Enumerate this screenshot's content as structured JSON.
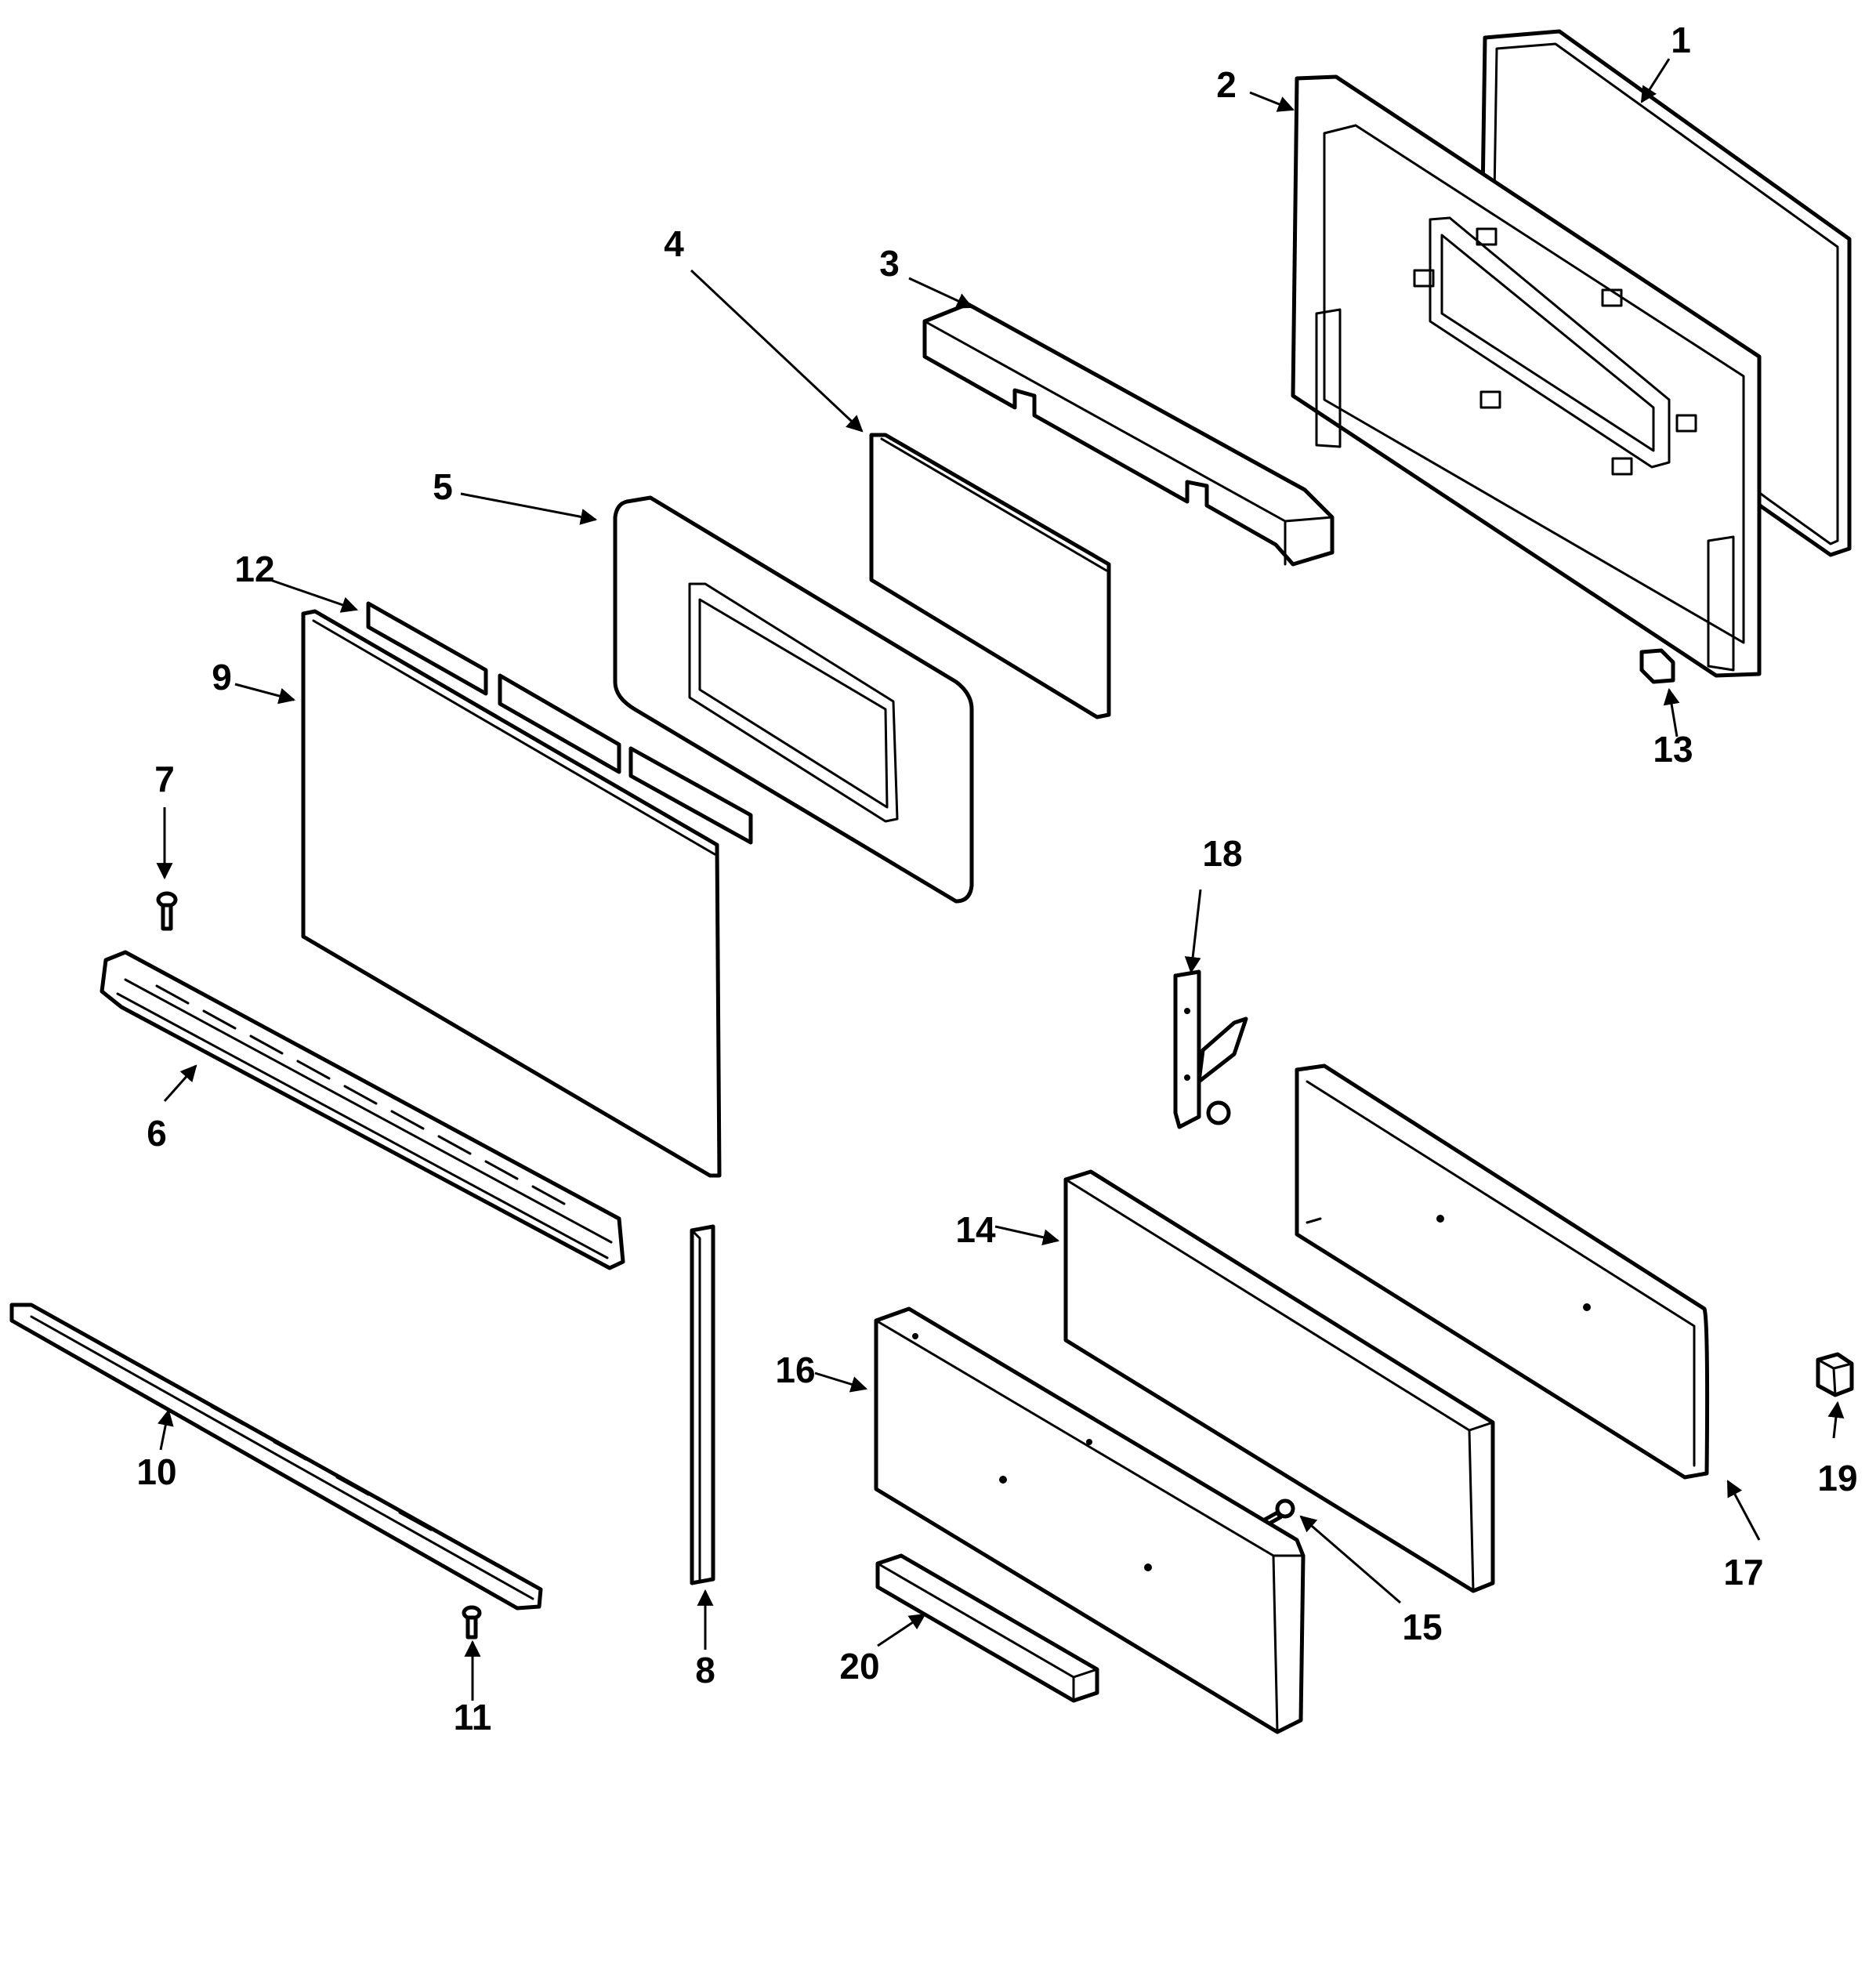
{
  "callouts": [
    {
      "id": "label-1",
      "text": "1"
    },
    {
      "id": "label-2",
      "text": "2"
    },
    {
      "id": "label-3",
      "text": "3"
    },
    {
      "id": "label-4",
      "text": "4"
    },
    {
      "id": "label-5",
      "text": "5"
    },
    {
      "id": "label-6",
      "text": "6"
    },
    {
      "id": "label-7",
      "text": "7"
    },
    {
      "id": "label-8",
      "text": "8"
    },
    {
      "id": "label-9",
      "text": "9"
    },
    {
      "id": "label-10",
      "text": "10"
    },
    {
      "id": "label-11",
      "text": "11"
    },
    {
      "id": "label-12",
      "text": "12"
    },
    {
      "id": "label-13",
      "text": "13"
    },
    {
      "id": "label-14",
      "text": "14"
    },
    {
      "id": "label-15",
      "text": "15"
    },
    {
      "id": "label-16",
      "text": "16"
    },
    {
      "id": "label-17",
      "text": "17"
    },
    {
      "id": "label-18",
      "text": "18"
    },
    {
      "id": "label-19",
      "text": "19"
    },
    {
      "id": "label-20",
      "text": "20"
    }
  ],
  "colors": {
    "line": "#000000",
    "background": "#ffffff"
  }
}
